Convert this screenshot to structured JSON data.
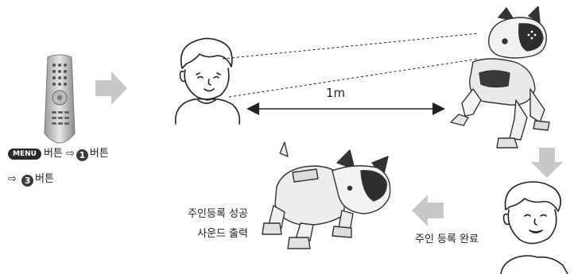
{
  "steps": {
    "line1": {
      "menu_badge": "MENU",
      "button_a": "버튼",
      "arrow": "⇨",
      "num1": "1",
      "button_b": "버튼"
    },
    "line2": {
      "arrow": "⇨",
      "num3": "3",
      "button_c": "버튼"
    }
  },
  "distance_label": "1m",
  "success_caption": {
    "line1": "주인등록 성공",
    "line2": "사운드 출력"
  },
  "complete_caption": "주인 등록 완료",
  "colors": {
    "flow_arrow": "#c8c8c8",
    "line": "#222222"
  },
  "icons": [
    "remote-control-icon",
    "person-icon",
    "robot-dog-icon"
  ]
}
